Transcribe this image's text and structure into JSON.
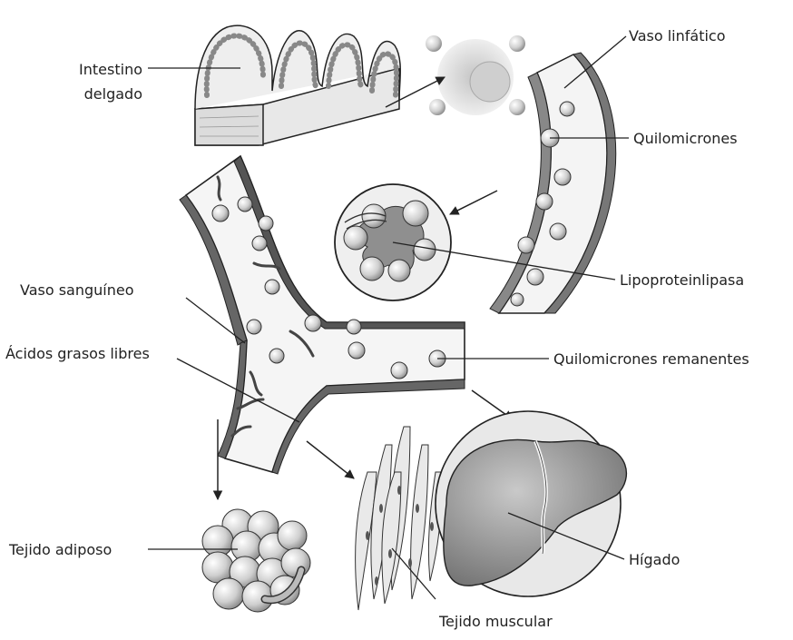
{
  "labels": {
    "intestino_1": "Intestino",
    "intestino_2": "delgado",
    "vaso_linfatico": "Vaso linfático",
    "quilomicrones": "Quilomicrones",
    "lipoproteinlipasa": "Lipoproteinlipasa",
    "vaso_sanguineo": "Vaso sanguíneo",
    "quilomicrones_remanentes": "Quilomicrones remanentes",
    "acidos_grasos": "Ácidos grasos libres",
    "tejido_adiposo": "Tejido adiposo",
    "tejido_muscular": "Tejido muscular",
    "higado": "Hígado"
  },
  "colors": {
    "outline": "#222222",
    "vessel_fill": "#f4f4f4",
    "vessel_wall": "#555555",
    "sphere": "#d6d6d6",
    "liver": "#9a9a9a",
    "liver_bg": "#e6e6e6"
  }
}
